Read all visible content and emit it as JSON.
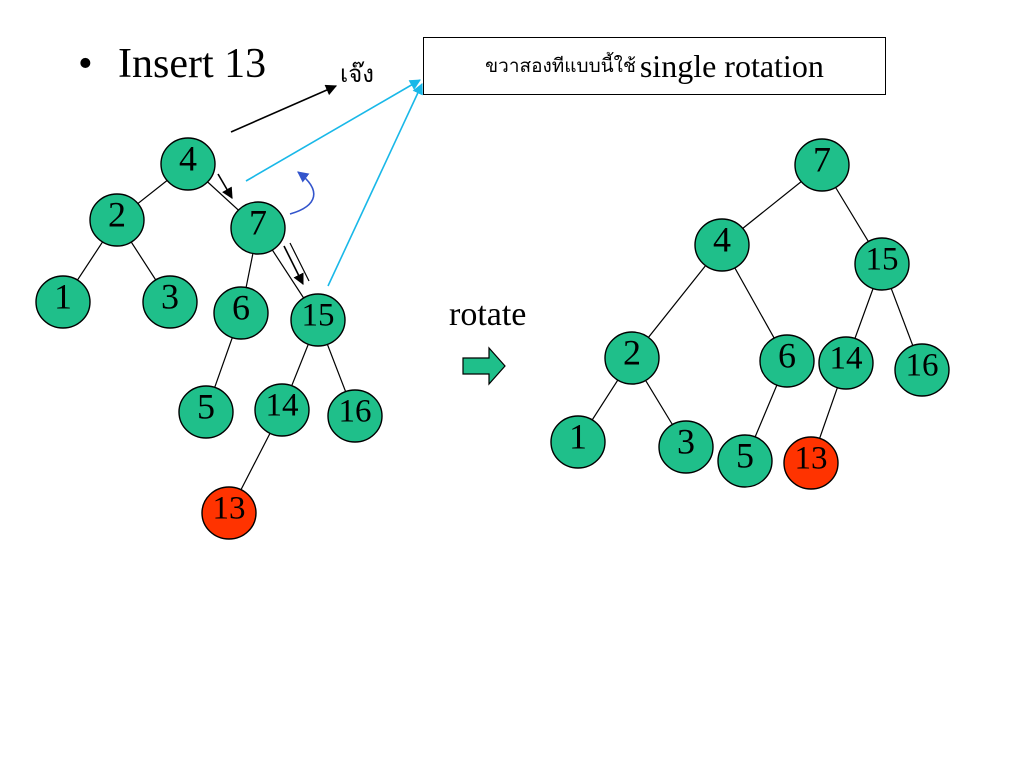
{
  "slide": {
    "bullet_symbol": "•",
    "bullet_text": "Insert 13",
    "thai_annotation": "เจ๊ง",
    "callout_thai": "ขวาสองทีแบบนี้ใช้",
    "callout_english": "single rotation",
    "arrow_label": "rotate"
  },
  "colors": {
    "node_fill": "#1fbf8a",
    "new_node_fill": "#ff3300",
    "edge": "#000000",
    "path_arrow": "#000000",
    "callout_arrow": "#19b8e8",
    "rotation_hint": "#3355cc",
    "block_arrow_fill": "#1fbf8a"
  },
  "trees": {
    "before": {
      "nodes": [
        {
          "id": "b4",
          "label": "4"
        },
        {
          "id": "b2",
          "label": "2"
        },
        {
          "id": "b7",
          "label": "7"
        },
        {
          "id": "b1",
          "label": "1"
        },
        {
          "id": "b3",
          "label": "3"
        },
        {
          "id": "b6",
          "label": "6"
        },
        {
          "id": "b15",
          "label": "15"
        },
        {
          "id": "b5",
          "label": "5"
        },
        {
          "id": "b14",
          "label": "14"
        },
        {
          "id": "b16",
          "label": "16"
        },
        {
          "id": "b13",
          "label": "13",
          "inserted": true
        }
      ],
      "edges": [
        [
          "b4",
          "b2"
        ],
        [
          "b4",
          "b7"
        ],
        [
          "b2",
          "b1"
        ],
        [
          "b2",
          "b3"
        ],
        [
          "b7",
          "b6"
        ],
        [
          "b7",
          "b15"
        ],
        [
          "b6",
          "b5"
        ],
        [
          "b15",
          "b14"
        ],
        [
          "b15",
          "b16"
        ],
        [
          "b14",
          "b13"
        ]
      ]
    },
    "after": {
      "nodes": [
        {
          "id": "a7",
          "label": "7"
        },
        {
          "id": "a4",
          "label": "4"
        },
        {
          "id": "a15",
          "label": "15"
        },
        {
          "id": "a2",
          "label": "2"
        },
        {
          "id": "a6",
          "label": "6"
        },
        {
          "id": "a14",
          "label": "14"
        },
        {
          "id": "a16",
          "label": "16"
        },
        {
          "id": "a1",
          "label": "1"
        },
        {
          "id": "a3",
          "label": "3"
        },
        {
          "id": "a5",
          "label": "5"
        },
        {
          "id": "a13",
          "label": "13",
          "inserted": true
        }
      ],
      "edges": [
        [
          "a7",
          "a4"
        ],
        [
          "a7",
          "a15"
        ],
        [
          "a4",
          "a2"
        ],
        [
          "a4",
          "a6"
        ],
        [
          "a2",
          "a1"
        ],
        [
          "a2",
          "a3"
        ],
        [
          "a6",
          "a5"
        ],
        [
          "a15",
          "a14"
        ],
        [
          "a15",
          "a16"
        ],
        [
          "a14",
          "a13"
        ]
      ]
    }
  }
}
